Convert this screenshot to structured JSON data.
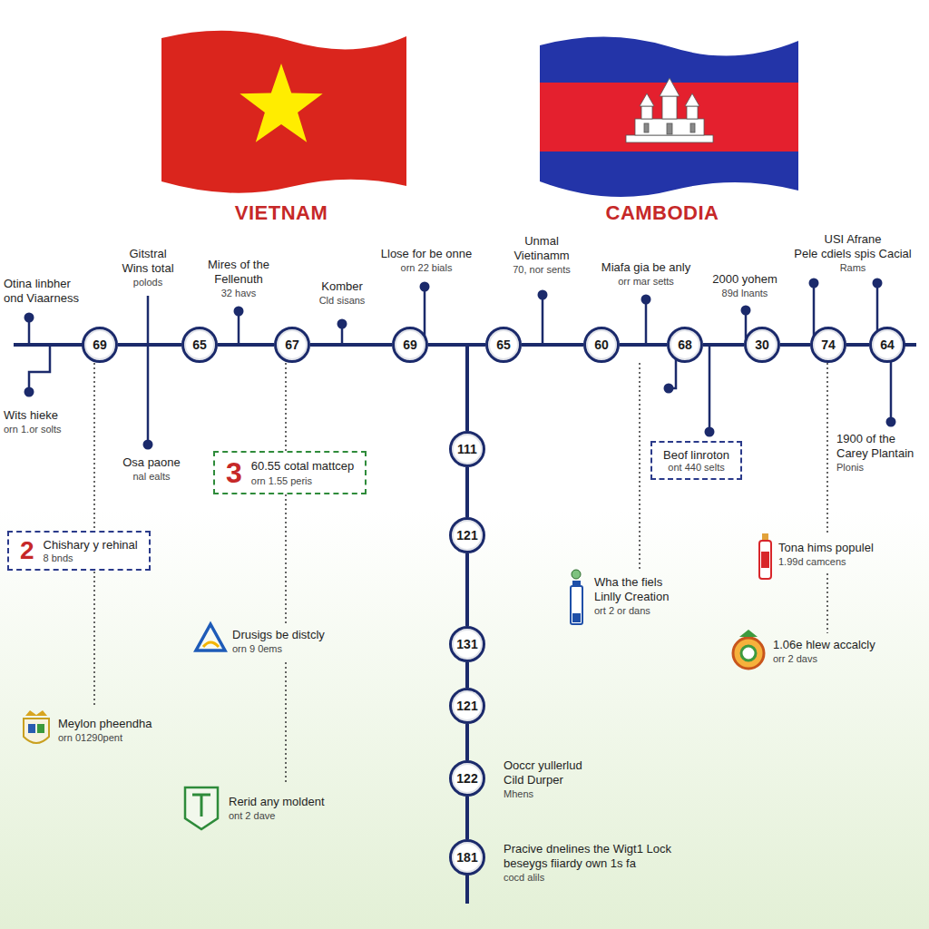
{
  "diagram": {
    "nodes": [
      {
        "text": [
          "69"
        ]
      },
      {
        "text": [
          "65"
        ]
      },
      {
        "text": [
          "67"
        ]
      },
      {
        "text": [
          "69"
        ]
      },
      {
        "text": [
          "65"
        ]
      },
      {
        "text": [
          "60"
        ]
      },
      {
        "text": [
          "68"
        ]
      },
      {
        "text": [
          "30"
        ]
      },
      {
        "text": [
          "74"
        ]
      },
      {
        "text": [
          "64"
        ]
      },
      {
        "text": [
          "111"
        ]
      },
      {
        "text": [
          "121"
        ]
      },
      {
        "text": [
          "131"
        ]
      },
      {
        "text": [
          "121"
        ]
      },
      {
        "text": [
          "122"
        ]
      },
      {
        "text": [
          "181"
        ]
      },
      {
        "text": [
          "3",
          "60.55 cotal mattcep",
          "orn 1.55 peris"
        ]
      },
      {
        "text": [
          "2",
          "Chishary y rehinal",
          "8 bnds"
        ]
      },
      {
        "text": [
          "Beof linroton",
          "ont 440 selts"
        ]
      }
    ],
    "edges": [
      {
        "from": 0,
        "to": 1,
        "arrow": "none"
      },
      {
        "from": 1,
        "to": 2,
        "arrow": "none"
      },
      {
        "from": 2,
        "to": 3,
        "arrow": "none"
      },
      {
        "from": 3,
        "to": 4,
        "arrow": "none"
      },
      {
        "from": 4,
        "to": 5,
        "arrow": "none"
      },
      {
        "from": 5,
        "to": 6,
        "arrow": "none"
      },
      {
        "from": 6,
        "to": 7,
        "arrow": "none"
      },
      {
        "from": 7,
        "to": 8,
        "arrow": "none"
      },
      {
        "from": 8,
        "to": 9,
        "arrow": "none"
      },
      {
        "from": 3,
        "to": 10,
        "arrow": "none"
      },
      {
        "from": 10,
        "to": 11,
        "arrow": "none"
      },
      {
        "from": 11,
        "to": 12,
        "arrow": "none"
      },
      {
        "from": 12,
        "to": 13,
        "arrow": "none"
      },
      {
        "from": 13,
        "to": 14,
        "arrow": "none"
      },
      {
        "from": 14,
        "to": 15,
        "arrow": "none"
      }
    ],
    "labels": [
      "VIETNAM",
      "CAMBODIA",
      "Otina linbher ond Viaarness",
      "Gitstral Wins total",
      "polods",
      "Mires of the Fellenuth",
      "32 havs",
      "Komber",
      "Cld sisans",
      "Llose for be onne",
      "orn 22 bials",
      "Unmal Vietinamm",
      "70, nor sents",
      "Miafa gia be anly",
      "orr mar setts",
      "2000 yohem",
      "89d lnants",
      "USI Afrane",
      "Pele cdiels spis Cacial",
      "Rams",
      "Wits hieke",
      "orn 1.or solts",
      "1900 of the Carey Plantain",
      "Plonis",
      "Osa paone",
      "nal ealts",
      "Tona hims populel",
      "1.99d camcens",
      "Wha the fiels Linlly Creation",
      "ort 2 or dans",
      "Drusigs be distcly",
      "orn 9 0ems",
      "1.06e hlew accalcly",
      "orr 2 davs",
      "Meylon pheendha",
      "orn 01290pent",
      "Ooccr yullerlud Cild Durper",
      "Mhens",
      "Rerid any moldent",
      "ont 2 dave",
      "Pracive dnelines the Wigt1 Lock beseygs fiiardy own 1s fa",
      "cocd alils"
    ]
  }
}
